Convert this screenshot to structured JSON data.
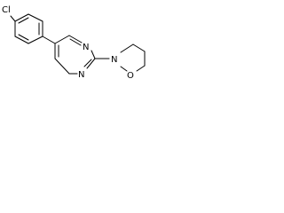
{
  "molecule": {
    "atoms": {
      "cl": "Cl",
      "n_pyrimidine_top": "N",
      "n_pyrimidine_bottom": "N",
      "n_morpholine": "N",
      "o_morpholine": "O"
    },
    "colors": {
      "bond": "#000000",
      "label": "#000000",
      "background": "#ffffff"
    }
  }
}
